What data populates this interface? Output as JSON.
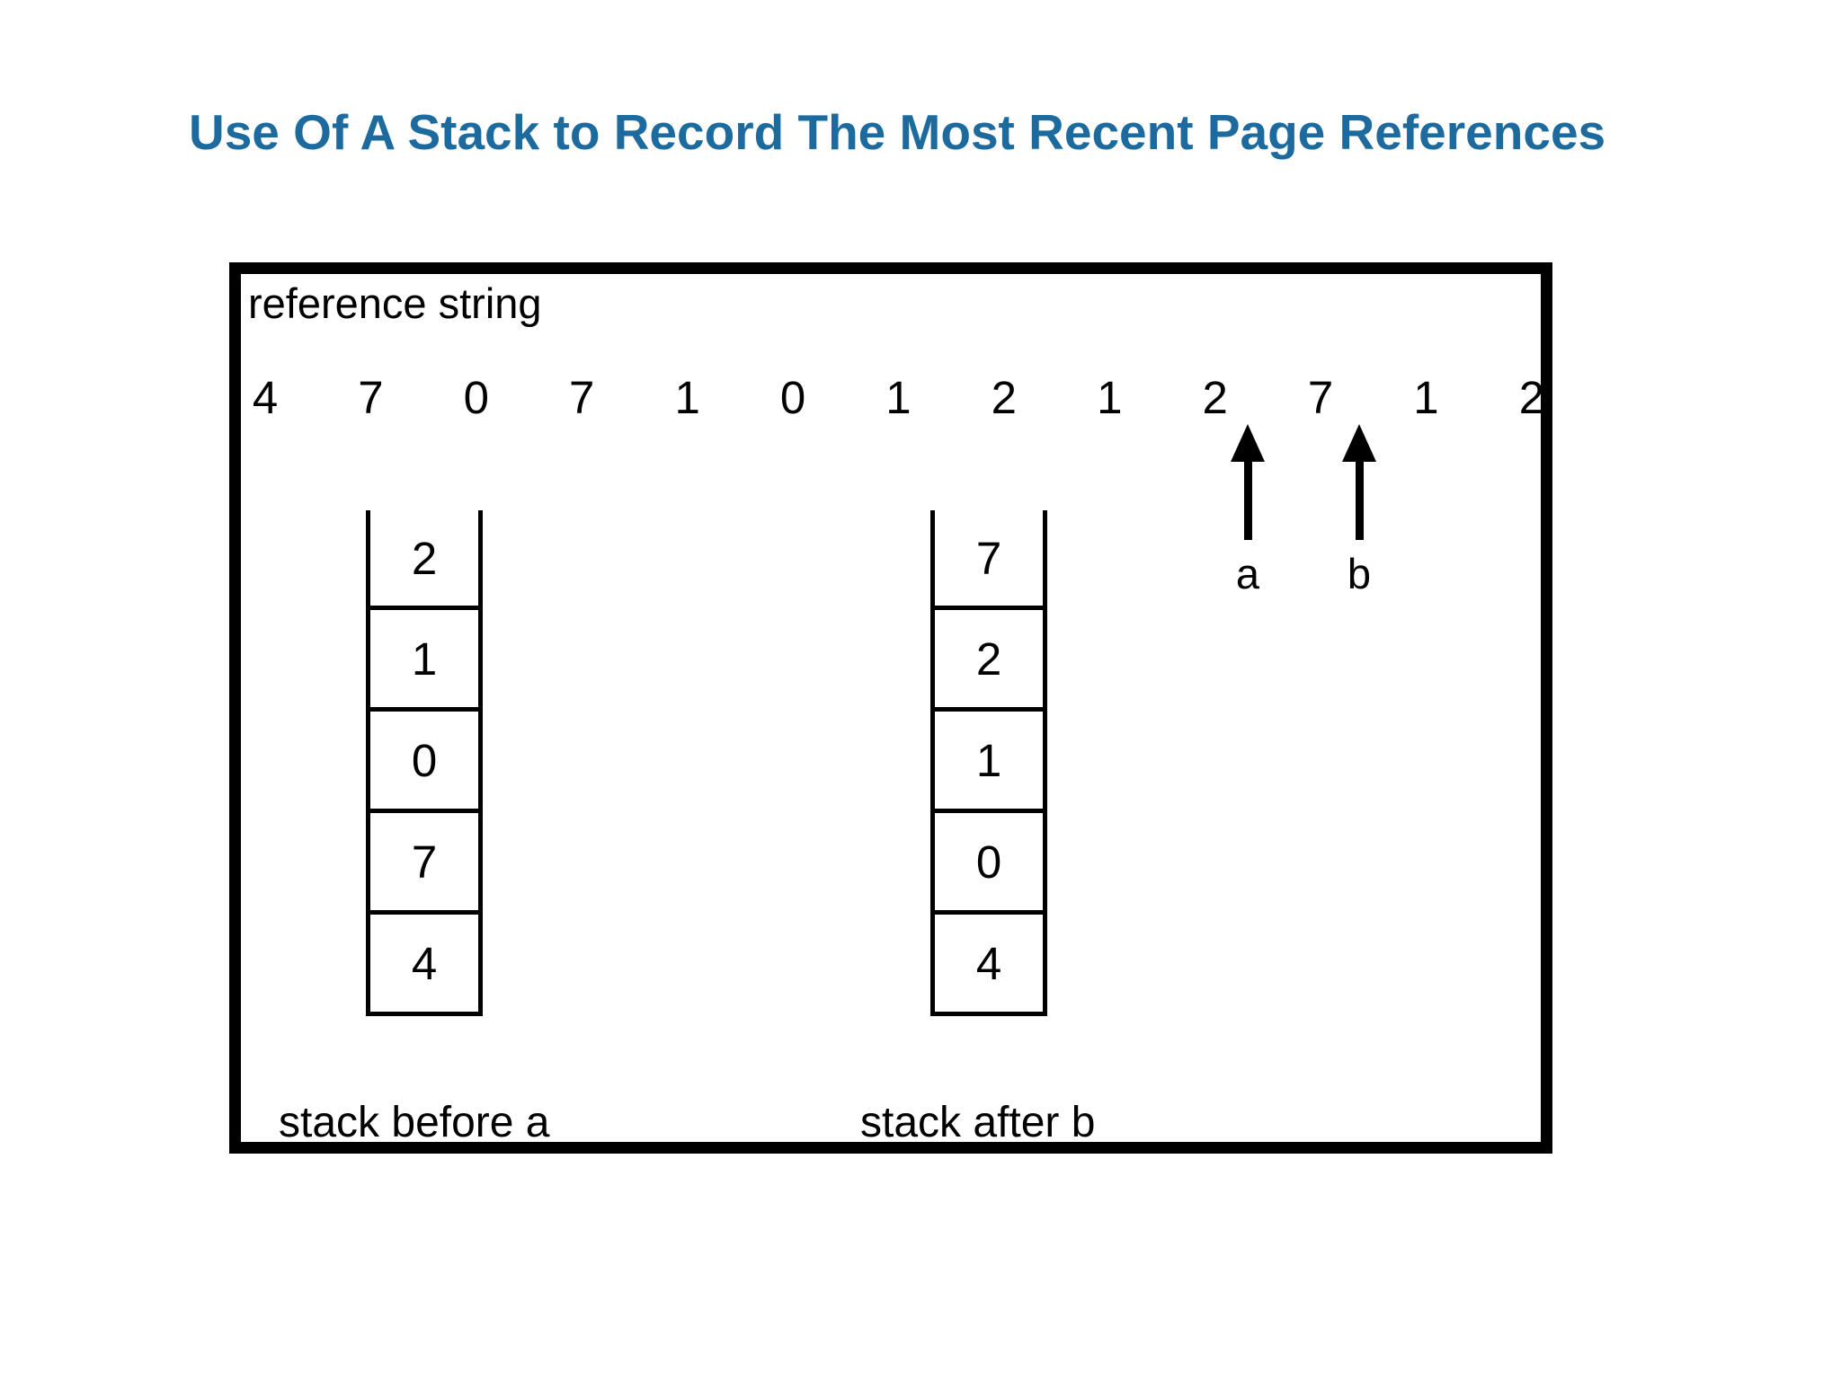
{
  "title": "Use Of A Stack to Record The Most Recent Page References",
  "colors": {
    "title_text": "#1d6b9e",
    "diagram_lines": "#000000",
    "background": "#ffffff"
  },
  "diagram": {
    "reference_string_label": "reference string",
    "reference_string": [
      "4",
      "7",
      "0",
      "7",
      "1",
      "0",
      "1",
      "2",
      "1",
      "2",
      "7",
      "1",
      "2"
    ],
    "arrows": [
      {
        "label": "a",
        "points_between": [
          "2",
          "7"
        ]
      },
      {
        "label": "b",
        "points_between": [
          "7",
          "1"
        ]
      }
    ],
    "stacks": [
      {
        "label": "stack before a",
        "cells": [
          "2",
          "1",
          "0",
          "7",
          "4"
        ]
      },
      {
        "label": "stack after b",
        "cells": [
          "7",
          "2",
          "1",
          "0",
          "4"
        ]
      }
    ]
  }
}
